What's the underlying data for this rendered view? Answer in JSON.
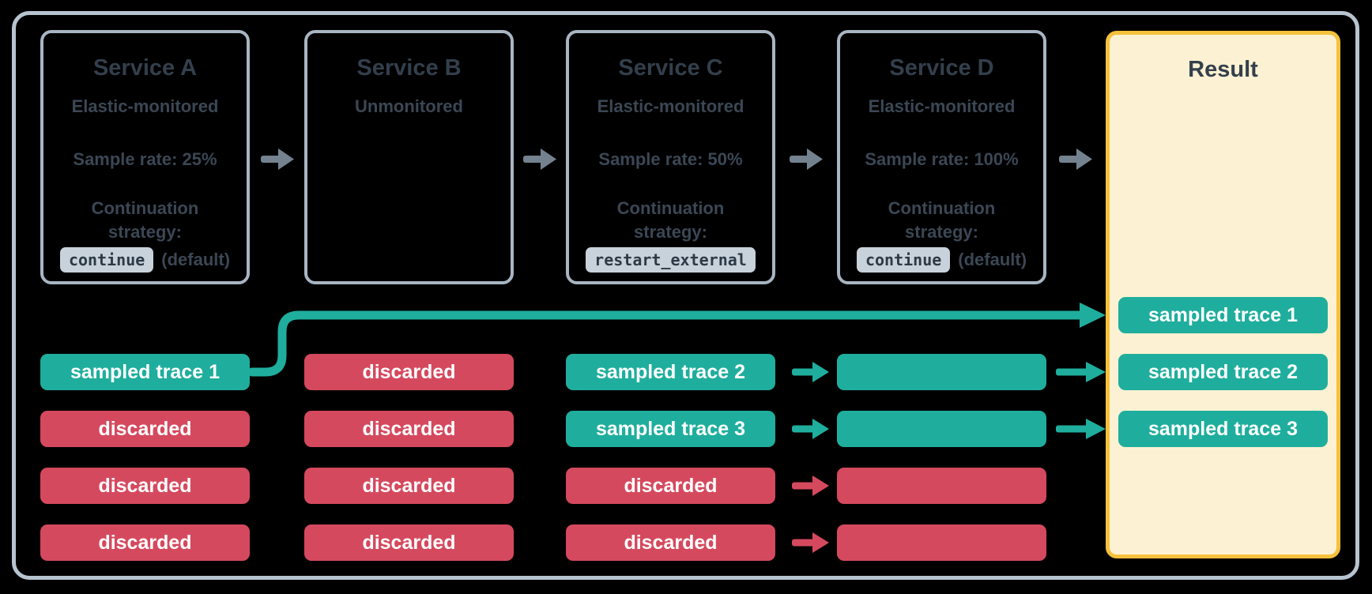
{
  "colors": {
    "background": "#000000",
    "outer_border": "#b7c4d0",
    "box_border": "#a8b5c2",
    "text_title": "#333f4c",
    "text_body": "#3b4754",
    "teal": "#1fae9d",
    "red": "#d5495e",
    "gray_arrow": "#74828f",
    "badge_bg": "#c8d2db",
    "badge_text": "#2d3945",
    "result_bg": "#fcf2d3",
    "result_border": "#f5c13c",
    "pill_text": "#ffffff"
  },
  "services": [
    {
      "title": "Service A",
      "monitoring": "Elastic-monitored",
      "sample_rate": "Sample rate: 25%",
      "continuation_label_line1": "Continuation",
      "continuation_label_line2": "strategy:",
      "strategy_value": "continue",
      "strategy_suffix": "(default)"
    },
    {
      "title": "Service B",
      "monitoring": "Unmonitored"
    },
    {
      "title": "Service C",
      "monitoring": "Elastic-monitored",
      "sample_rate": "Sample rate: 50%",
      "continuation_label_line1": "Continuation",
      "continuation_label_line2": "strategy:",
      "strategy_value": "restart_external",
      "strategy_suffix": ""
    },
    {
      "title": "Service D",
      "monitoring": "Elastic-monitored",
      "sample_rate": "Sample rate: 100%",
      "continuation_label_line1": "Continuation",
      "continuation_label_line2": "strategy:",
      "strategy_value": "continue",
      "strategy_suffix": "(default)"
    }
  ],
  "trace_columns": [
    {
      "service": "Service A",
      "pills": [
        {
          "label": "sampled trace 1",
          "type": "sampled"
        },
        {
          "label": "discarded",
          "type": "discarded"
        },
        {
          "label": "discarded",
          "type": "discarded"
        },
        {
          "label": "discarded",
          "type": "discarded"
        }
      ]
    },
    {
      "service": "Service B",
      "pills": [
        {
          "label": "discarded",
          "type": "discarded"
        },
        {
          "label": "discarded",
          "type": "discarded"
        },
        {
          "label": "discarded",
          "type": "discarded"
        },
        {
          "label": "discarded",
          "type": "discarded"
        }
      ]
    },
    {
      "service": "Service C",
      "pills": [
        {
          "label": "sampled trace 2",
          "type": "sampled"
        },
        {
          "label": "sampled trace 3",
          "type": "sampled"
        },
        {
          "label": "discarded",
          "type": "discarded"
        },
        {
          "label": "discarded",
          "type": "discarded"
        }
      ]
    },
    {
      "service": "Service D",
      "pills": [
        {
          "label": "",
          "type": "sampled"
        },
        {
          "label": "",
          "type": "sampled"
        },
        {
          "label": "",
          "type": "discarded"
        },
        {
          "label": "",
          "type": "discarded"
        }
      ]
    }
  ],
  "result": {
    "title": "Result",
    "pills": [
      {
        "label": "sampled trace 1",
        "type": "sampled"
      },
      {
        "label": "sampled trace 2",
        "type": "sampled"
      },
      {
        "label": "sampled trace 3",
        "type": "sampled"
      }
    ]
  }
}
